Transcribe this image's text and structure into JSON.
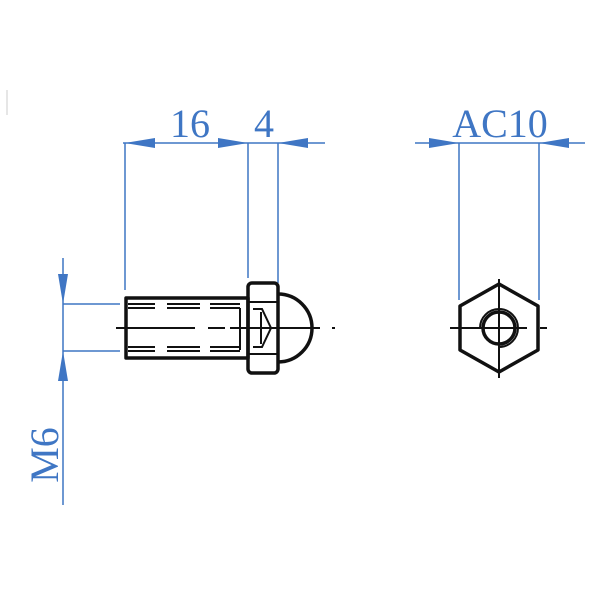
{
  "dimensions": {
    "length": "16",
    "head_length": "4",
    "across_corners": "AC10",
    "thread": "M6"
  },
  "colors": {
    "dimension": "#3f76c4",
    "outline": "#111111"
  }
}
